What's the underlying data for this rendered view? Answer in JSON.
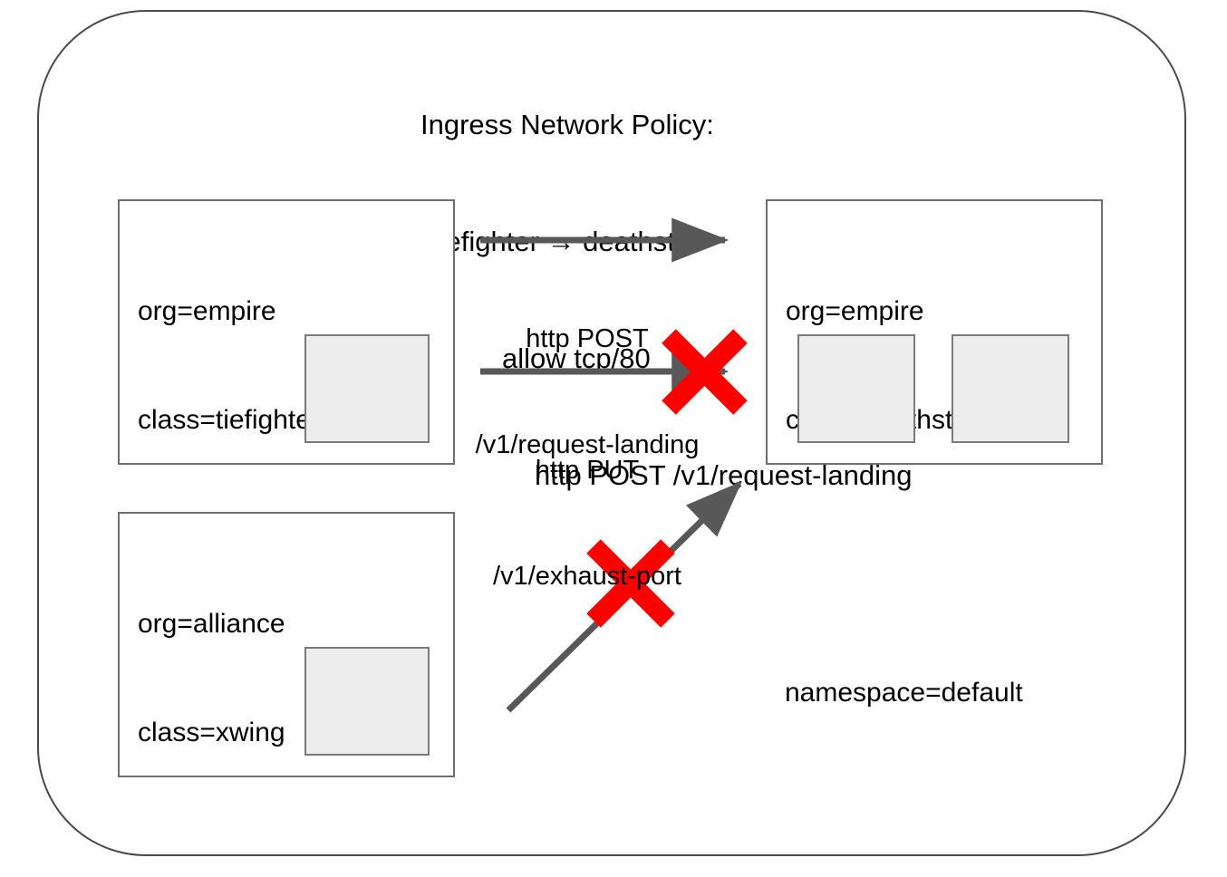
{
  "diagram": {
    "title_lines": [
      "Ingress Network Policy:",
      "tiefighter → deathstar",
      "allow tcp/80",
      "http POST /v1/request-landing"
    ],
    "namespace_label": "namespace=default",
    "colors": {
      "frame_stroke": "#4a4a4a",
      "box_stroke": "#6e6e6e",
      "pod_fill": "#ededed",
      "pod_stroke": "#7a7a7a",
      "arrow": "#585858",
      "deny_cross": "#ff0000"
    },
    "endpoints": [
      {
        "id": "tiefighter",
        "org": "org=empire",
        "class": "class=tiefighter",
        "pod_count": 1
      },
      {
        "id": "deathstar",
        "org": "org=empire",
        "class": "class=deathstar",
        "pod_count": 2
      },
      {
        "id": "xwing",
        "org": "org=alliance",
        "class": "class=xwing",
        "pod_count": 1
      }
    ],
    "flows": [
      {
        "id": "post-allowed",
        "method": "http POST",
        "path": "/v1/request-landing",
        "allowed": true,
        "from": "tiefighter",
        "to": "deathstar"
      },
      {
        "id": "put-denied",
        "method": "http PUT",
        "path": "/v1/exhaust-port",
        "allowed": false,
        "from": "tiefighter",
        "to": "deathstar"
      },
      {
        "id": "xwing-denied",
        "method": "",
        "path": "",
        "allowed": false,
        "from": "xwing",
        "to": "deathstar"
      }
    ]
  }
}
